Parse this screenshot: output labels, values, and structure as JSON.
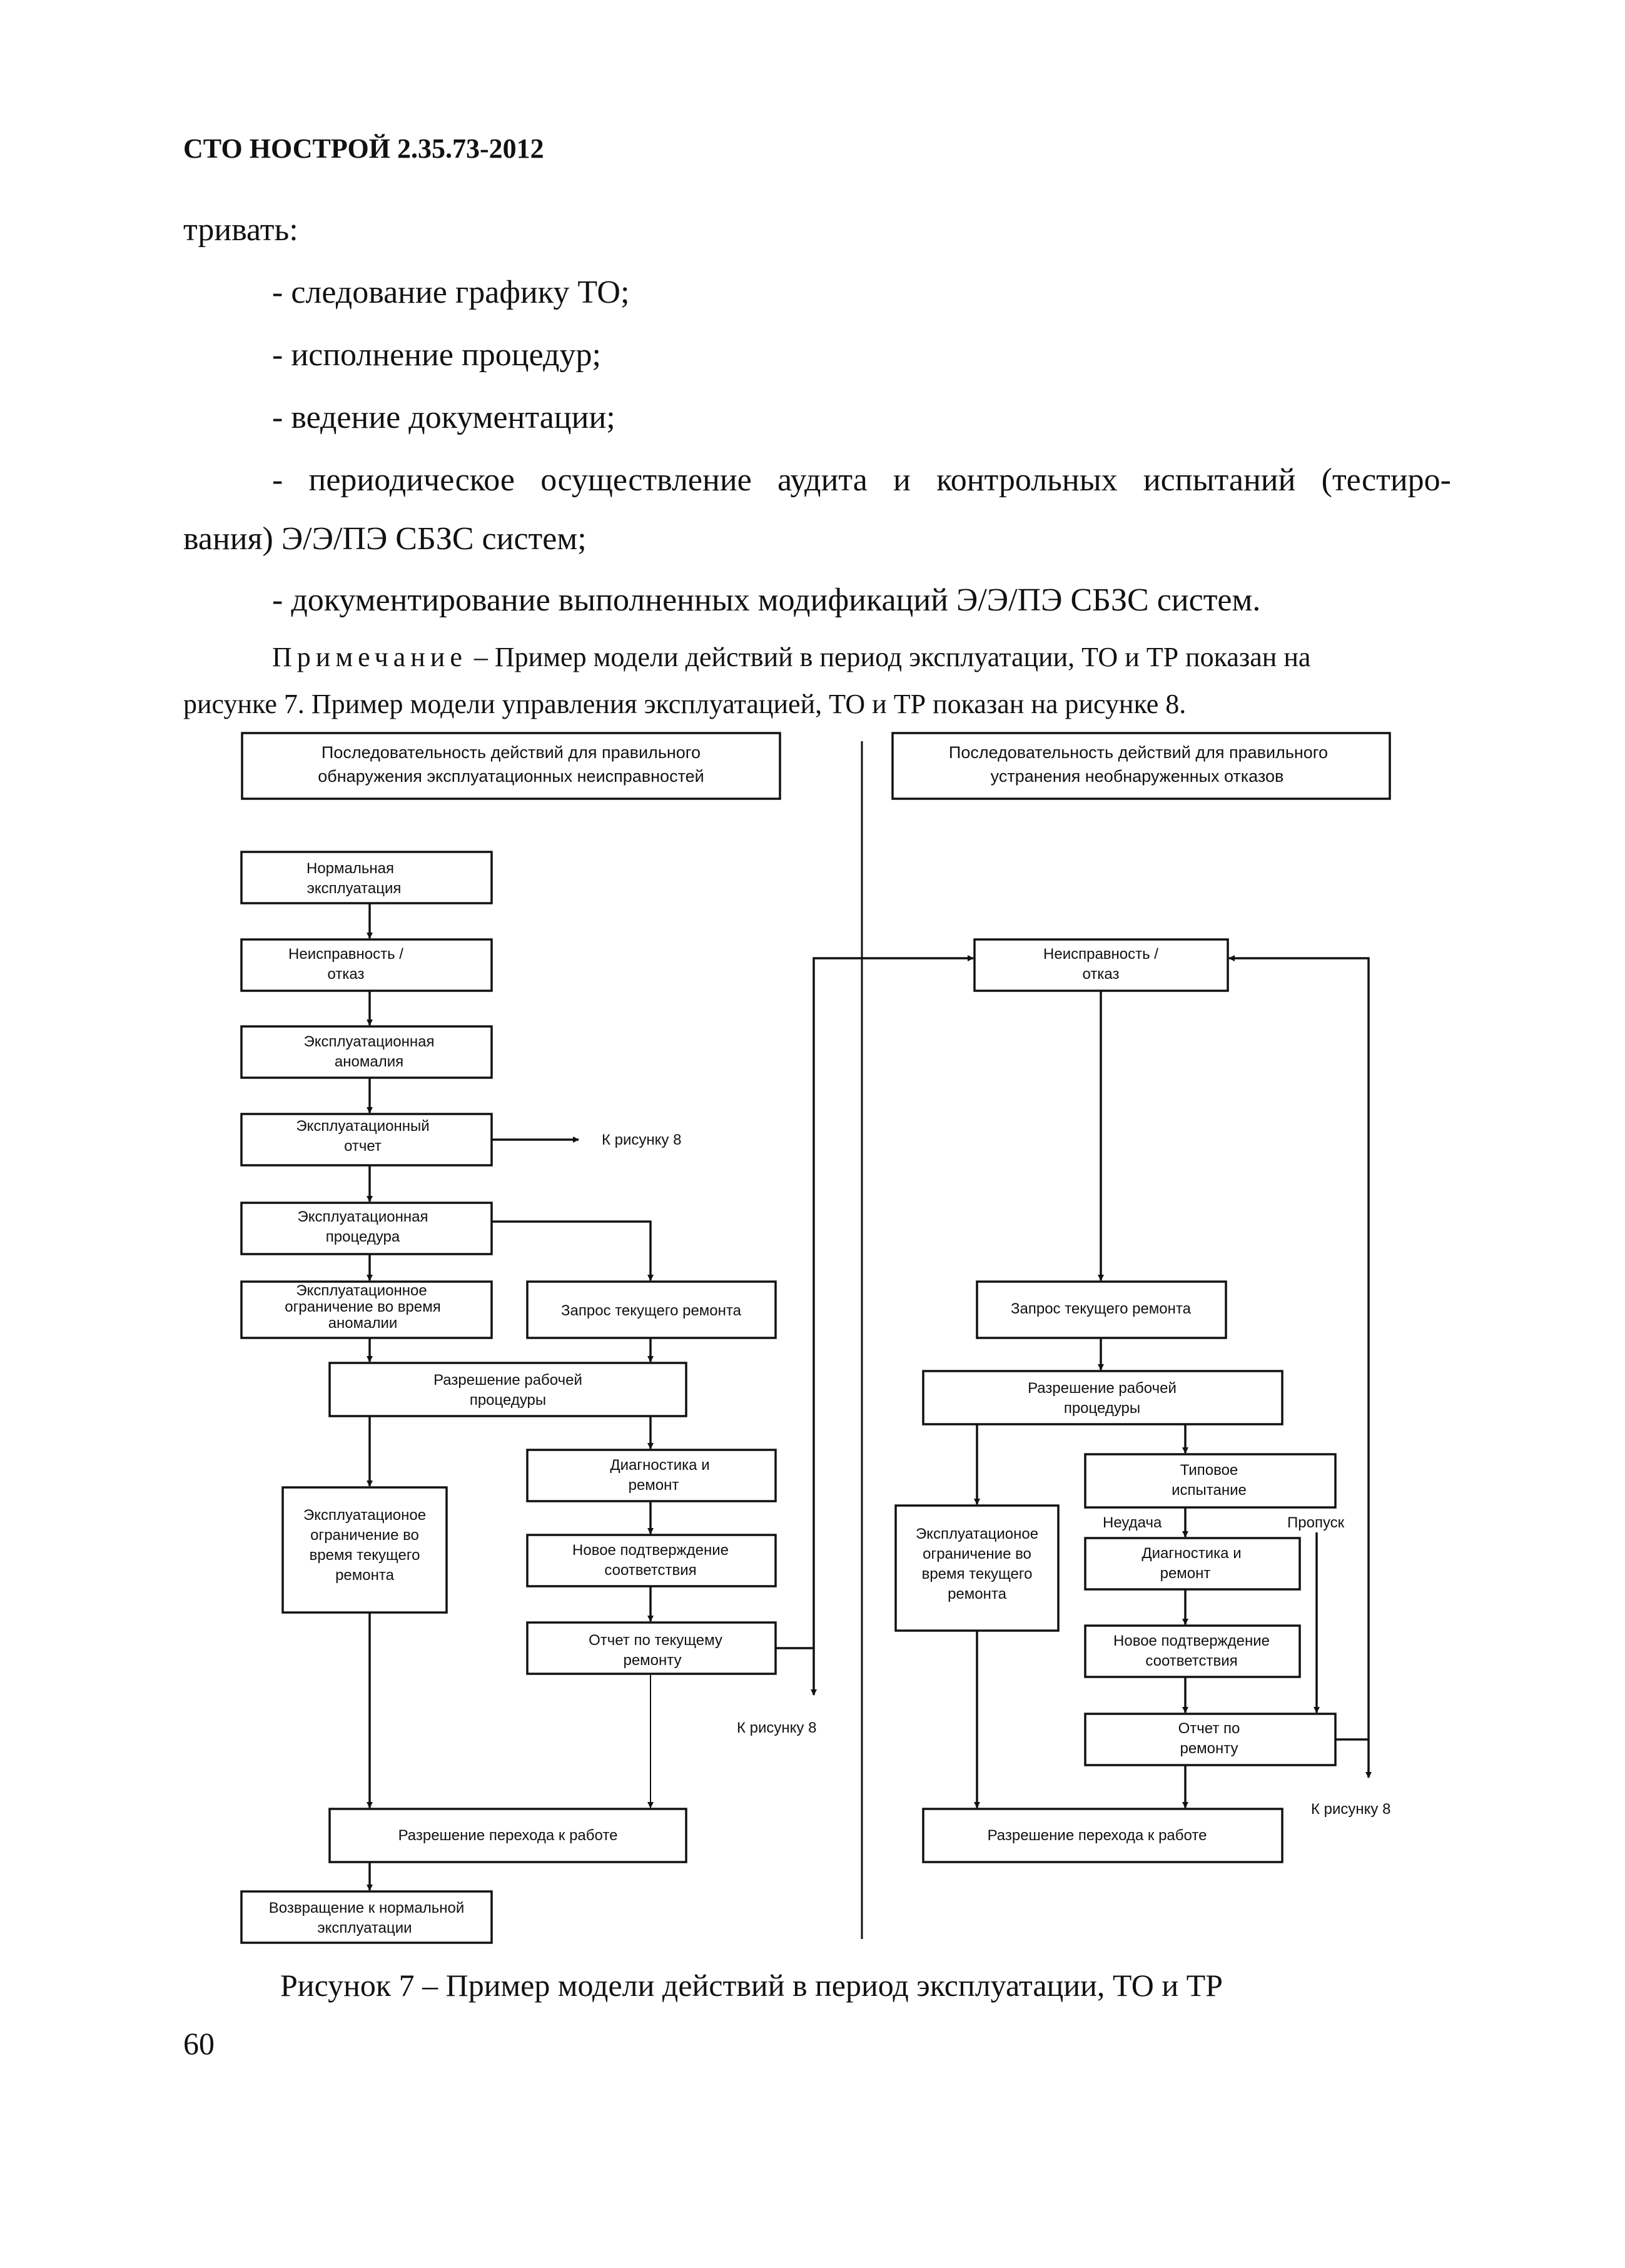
{
  "header": "СТО НОСТРОЙ 2.35.73-2012",
  "text": {
    "continuation": "тривать:",
    "items": [
      "- следование графику ТО;",
      "- исполнение процедур;",
      "- ведение документации;",
      "- периодическое осуществление аудита и контрольных испытаний (тестиро-",
      "- документирование выполненных модификаций Э/Э/ПЭ СБЗС систем."
    ],
    "item4_continuation": "вания) Э/Э/ПЭ СБЗС систем;",
    "note_label": "Примечание",
    "note_line1": " – Пример модели действий в период эксплуатации, ТО и ТР показан на",
    "note_line2": "рисунке 7. Пример модели управления эксплуатацией, ТО и ТР показан на рисунке 8."
  },
  "diagram": {
    "left": {
      "title": [
        "Последовательность действий для правильного",
        "обнаружения эксплуатационных неисправностей"
      ],
      "normal": [
        "Нормальная",
        "эксплуатация"
      ],
      "fault": [
        "Неисправность /",
        "отказ"
      ],
      "anomaly": [
        "Эксплуатационная",
        "аномалия"
      ],
      "report": [
        "Эксплуатационный",
        "отчет"
      ],
      "to_fig8": "К рисунку 8",
      "procedure": [
        "Эксплуатационная",
        "процедура"
      ],
      "restriction_anomaly": [
        "Эксплуатационное",
        "ограничение во время",
        "аномалии"
      ],
      "repair_request": "Запрос текущего ремонта",
      "work_permit": [
        "Разрешение рабочей",
        "процедуры"
      ],
      "diagnostics": [
        "Диагностика и",
        "ремонт"
      ],
      "restriction_repair": [
        "Эксплуатационое",
        "ограничение во",
        "время текущего",
        "ремонта"
      ],
      "reconfirm": [
        "Новое подтверждение",
        "соответствия"
      ],
      "repair_report": [
        "Отчет по текущему",
        "ремонту"
      ],
      "to_fig8_2": "К рисунку 8",
      "return_permit": "Разрешение перехода к работе",
      "back_normal": [
        "Возвращение к нормальной",
        "эксплуатации"
      ]
    },
    "right": {
      "title": [
        "Последовательность действий для правильного",
        "устранения необнаруженных отказов"
      ],
      "fault": [
        "Неисправность /",
        "отказ"
      ],
      "repair_request": "Запрос текущего ремонта",
      "work_permit": [
        "Разрешение рабочей",
        "процедуры"
      ],
      "typical_test": [
        "Типовое",
        "испытание"
      ],
      "fail": "Неудача",
      "skip": "Пропуск",
      "restriction_repair": [
        "Эксплуатационое",
        "ограничение во",
        "время текущего",
        "ремонта"
      ],
      "diagnostics": [
        "Диагностика и",
        "ремонт"
      ],
      "reconfirm": [
        "Новое подтверждение",
        "соответствия"
      ],
      "repair_report": [
        "Отчет по",
        "ремонту"
      ],
      "to_fig8": "К рисунку 8",
      "return_permit": "Разрешение перехода к работе"
    }
  },
  "caption": "Рисунок 7 – Пример модели действий в период эксплуатации, ТО и ТР",
  "page_number": "60"
}
